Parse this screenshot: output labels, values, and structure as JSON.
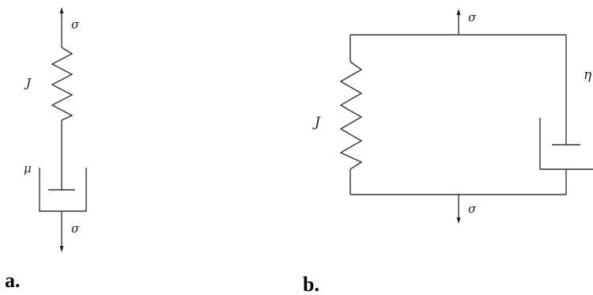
{
  "panels": {
    "a": {
      "label": "a.",
      "top_stress": "σ",
      "bottom_stress": "σ",
      "spring_label": "J",
      "dashpot_label": "μ"
    },
    "b": {
      "label": "b.",
      "top_stress": "σ",
      "bottom_stress": "σ",
      "spring_label": "J",
      "dashpot_label": "η"
    }
  }
}
